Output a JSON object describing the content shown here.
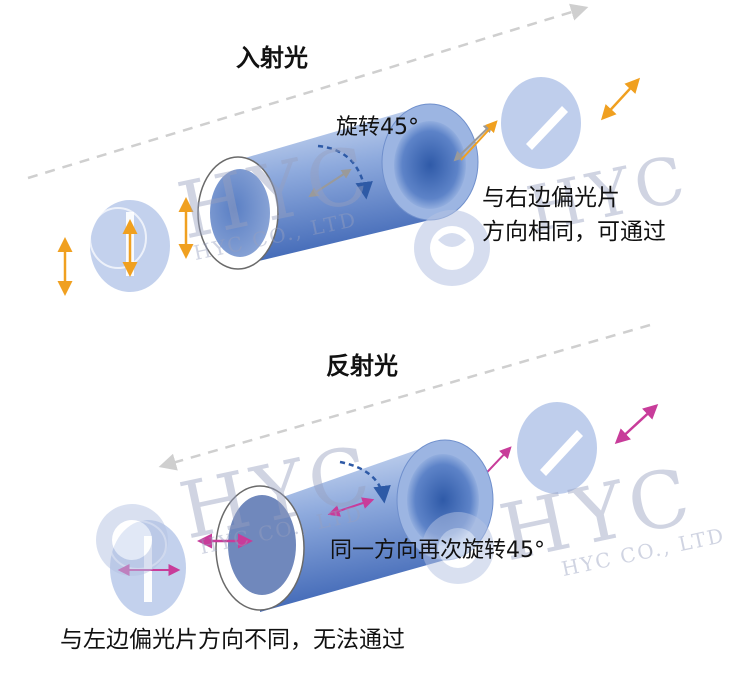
{
  "incident_section": {
    "title": "入射光",
    "rotate_label": "旋转45°",
    "result_line1": "与右边偏光片",
    "result_line2": "方向相同，可通过"
  },
  "reflected_section": {
    "title": "反射光",
    "rotate_label": "同一方向再次旋转45°",
    "result": "与左边偏光片方向不同，无法通过"
  },
  "watermark": {
    "logo": "HYC",
    "company": "HYC CO., LTD"
  },
  "colors": {
    "incident_arrow": "#f0a020",
    "reflected_arrow": "#c83c9a",
    "polarizer_fill": "#b8c9ea",
    "tube_light": "#cbdaf2",
    "tube_dark": "#3f69b8",
    "beam_dashed": "#c8c8c8"
  }
}
